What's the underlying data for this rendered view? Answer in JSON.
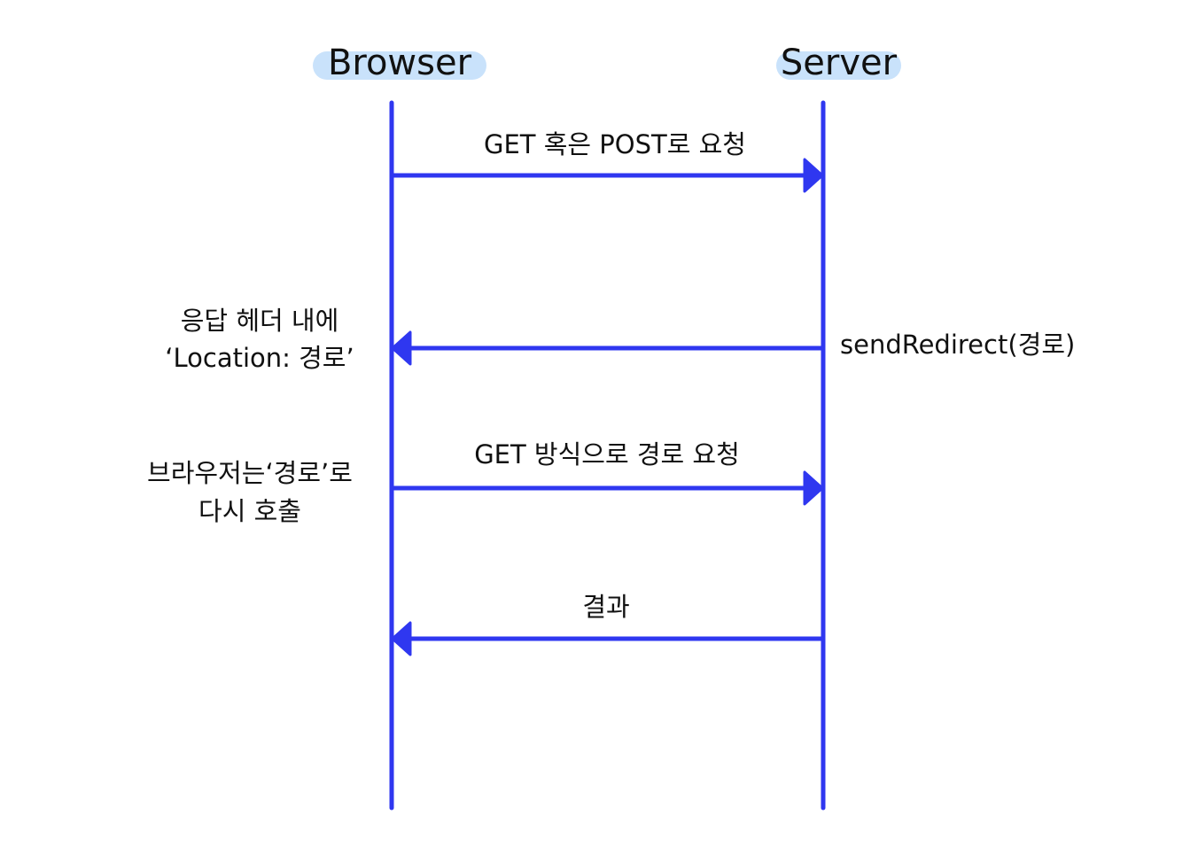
{
  "lifelines": {
    "browser": {
      "label": "Browser"
    },
    "server": {
      "label": "Server"
    }
  },
  "messages": [
    {
      "id": "request",
      "direction": "browser-to-server",
      "label": "GET 혹은 POST로 요청"
    },
    {
      "id": "redirect-response",
      "direction": "server-to-browser",
      "side_note_left": [
        "응답 헤더 내에",
        "‘Location: 경로’"
      ],
      "side_note_right": "sendRedirect(경로)"
    },
    {
      "id": "recall",
      "direction": "browser-to-server",
      "label": "GET 방식으로 경로 요청",
      "side_note_left": [
        "브라우저는‘경로’로",
        "다시 호출"
      ]
    },
    {
      "id": "result",
      "direction": "server-to-browser",
      "label": "결과"
    }
  ],
  "colors": {
    "line": "#2f37f0",
    "lane_highlight": "#c9e2fb",
    "text": "#111111"
  }
}
